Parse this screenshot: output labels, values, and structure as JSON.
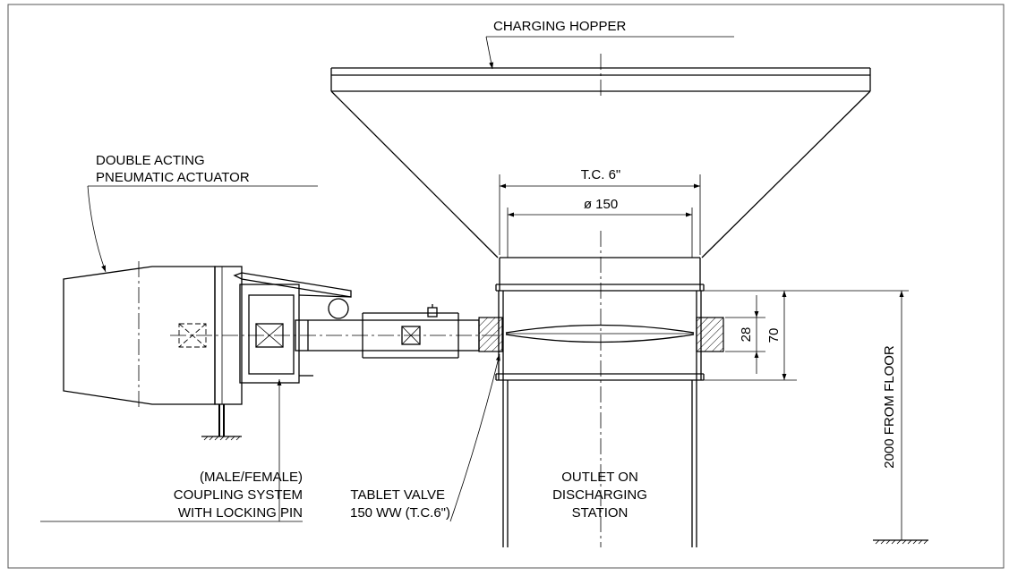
{
  "labels": {
    "charging_hopper": "CHARGING HOPPER",
    "actuator_line1": "DOUBLE ACTING",
    "actuator_line2": "PNEUMATIC ACTUATOR",
    "coupling_line1": "(MALE/FEMALE)",
    "coupling_line2": "COUPLING SYSTEM",
    "coupling_line3": "WITH LOCKING PIN",
    "valve_line1": "TABLET VALVE",
    "valve_line2": "150 WW (T.C.6\")",
    "outlet_line1": "OUTLET ON",
    "outlet_line2": "DISCHARGING",
    "outlet_line3": "STATION"
  },
  "dimensions": {
    "tc": "T.C. 6\"",
    "diameter": "ø 150",
    "d28": "28",
    "d70": "70",
    "floor": "2000 FROM FLOOR"
  },
  "colors": {
    "line": "#000000",
    "frame": "#555555"
  }
}
